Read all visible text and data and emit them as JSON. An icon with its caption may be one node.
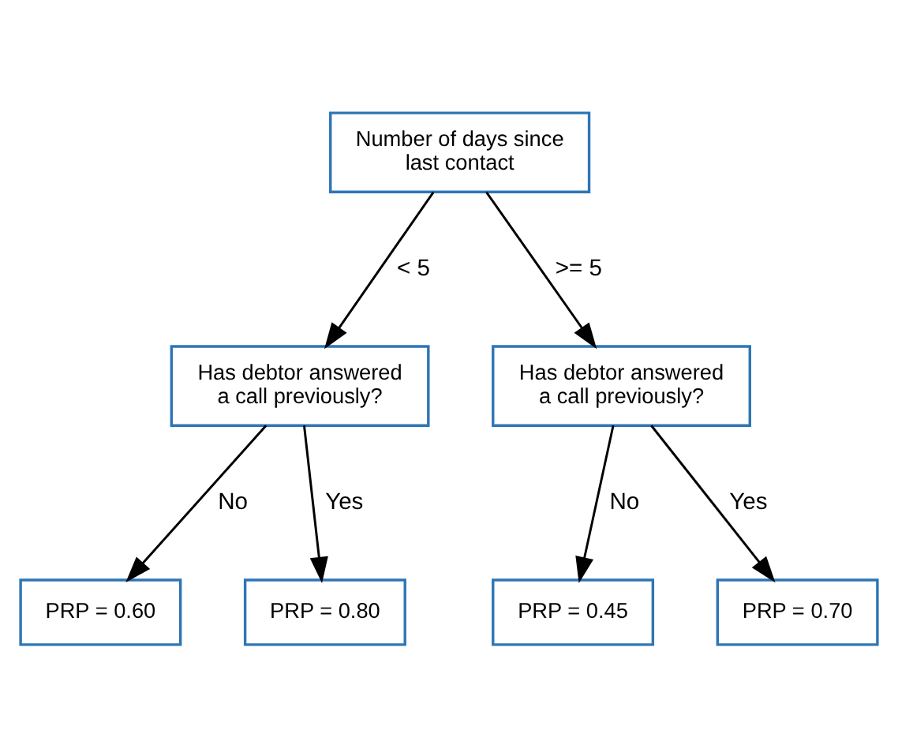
{
  "diagram": {
    "nodes": [
      {
        "text": [
          "Number of days since last contact"
        ]
      },
      {
        "text": [
          "Has debtor answered a call previously?"
        ]
      },
      {
        "text": [
          "Has debtor answered a call previously?"
        ]
      },
      {
        "text": [
          "PRP = 0.60"
        ]
      },
      {
        "text": [
          "PRP = 0.80"
        ]
      },
      {
        "text": [
          "PRP = 0.45"
        ]
      },
      {
        "text": [
          "PRP = 0.70"
        ]
      }
    ],
    "edges": [
      {
        "from": 0,
        "to": 1,
        "arrow": "to",
        "label": "< 5"
      },
      {
        "from": 0,
        "to": 2,
        "arrow": "to",
        "label": ">= 5"
      },
      {
        "from": 1,
        "to": 3,
        "arrow": "to",
        "label": "No"
      },
      {
        "from": 1,
        "to": 4,
        "arrow": "to",
        "label": "Yes"
      },
      {
        "from": 2,
        "to": 5,
        "arrow": "to",
        "label": "No"
      },
      {
        "from": 2,
        "to": 6,
        "arrow": "to",
        "label": "Yes"
      }
    ]
  }
}
